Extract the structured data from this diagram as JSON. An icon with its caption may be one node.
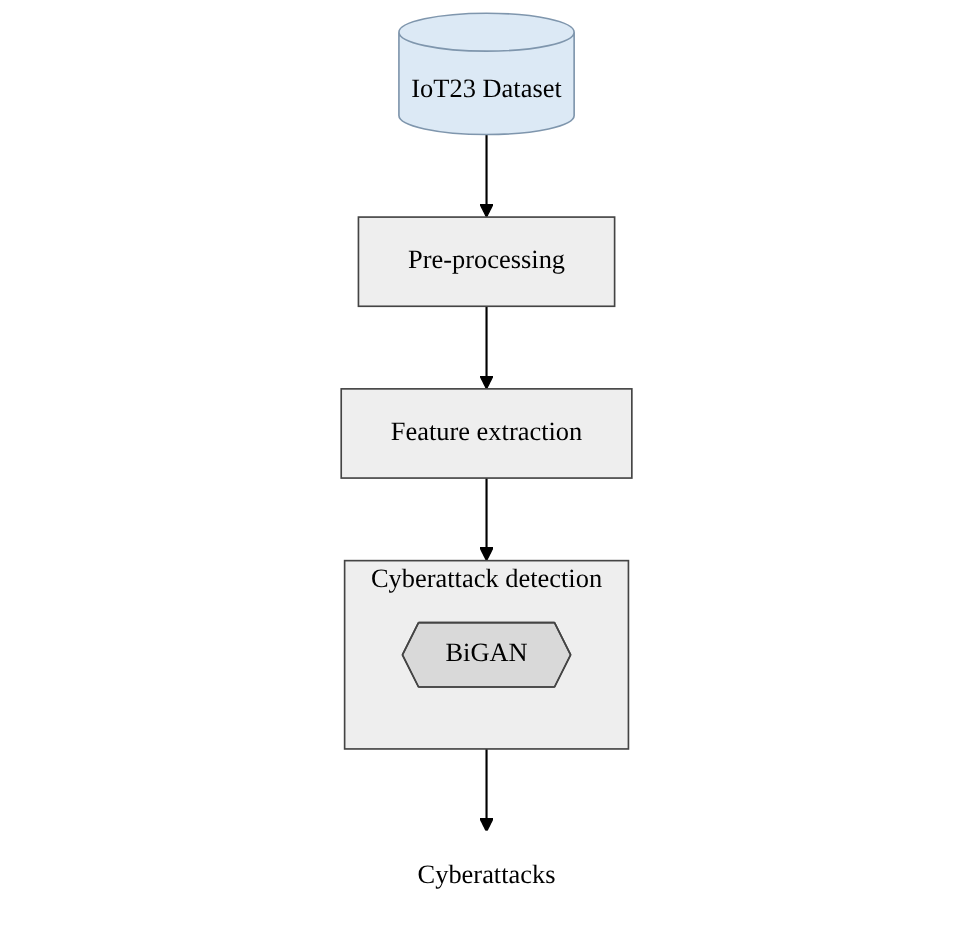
{
  "diagram": {
    "nodes": [
      {
        "text": [
          "IoT23 Dataset"
        ]
      },
      {
        "text": [
          "Pre-processing"
        ]
      },
      {
        "text": [
          "Feature extraction"
        ]
      },
      {
        "text": [
          "Cyberattack detection"
        ]
      },
      {
        "text": [
          "BiGAN"
        ],
        "in": 3
      },
      {
        "text": [
          "Cyberattacks"
        ]
      }
    ],
    "edges": [
      {
        "from": 0,
        "to": 1,
        "arrow": "to"
      },
      {
        "from": 1,
        "to": 2,
        "arrow": "to"
      },
      {
        "from": 2,
        "to": 3,
        "arrow": "to"
      },
      {
        "from": 3,
        "to": 5,
        "arrow": "to"
      }
    ]
  }
}
